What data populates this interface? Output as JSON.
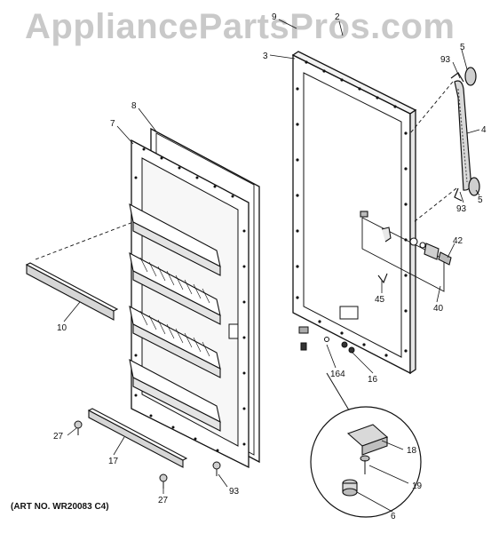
{
  "watermark": "AppliancePartsPros.com",
  "art_number": "(ART NO. WR20083 C4)",
  "callouts": {
    "c9": "9",
    "c2": "2",
    "c3": "3",
    "c5a": "5",
    "c93a": "93",
    "c4": "4",
    "c93b": "93",
    "c5b": "5",
    "c8": "8",
    "c7": "7",
    "c42": "42",
    "c45": "45",
    "c40": "40",
    "c10": "10",
    "c164": "164",
    "c16": "16",
    "c27a": "27",
    "c17": "17",
    "c18": "18",
    "c19": "19",
    "c27b": "27",
    "c93c": "93",
    "c6": "6"
  }
}
